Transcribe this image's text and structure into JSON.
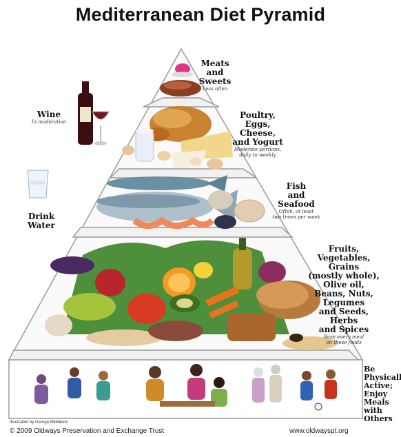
{
  "title": "Mediterranean Diet Pyramid",
  "tiers": {
    "top": {
      "label": [
        "Meats",
        "and",
        "Sweets"
      ],
      "note": [
        "Less often"
      ]
    },
    "second": {
      "label": [
        "Poultry,",
        "Eggs,",
        "Cheese,",
        "and Yogurt"
      ],
      "note": [
        "Moderate portions,",
        "daily to weekly"
      ]
    },
    "third": {
      "label": [
        "Fish",
        "and",
        "Seafood"
      ],
      "note": [
        "Often, at least",
        "two times per week"
      ]
    },
    "base": {
      "label": [
        "Fruits,",
        "Vegetables,",
        "Grains",
        "(mostly whole),",
        "Olive oil,",
        "Beans, Nuts,",
        "Legumes",
        "and Seeds,",
        "Herbs",
        "and Spices"
      ],
      "note": [
        "Base every meal",
        "on these foods"
      ]
    },
    "activity": {
      "label": [
        "Be",
        "Physically",
        "Active;",
        "Enjoy",
        "Meals",
        "with Others"
      ]
    }
  },
  "side": {
    "wine": {
      "label": "Wine",
      "note": "In moderation"
    },
    "water": {
      "label": "Drink Water"
    }
  },
  "footer": {
    "illustration": "Illustration by George Middleton",
    "copyright": "© 2009 Oldways Preservation and Exchange Trust",
    "url": "www.oldwayspt.org"
  },
  "colors": {
    "pyramid_line": "#9a9a9a",
    "text": "#111111"
  }
}
